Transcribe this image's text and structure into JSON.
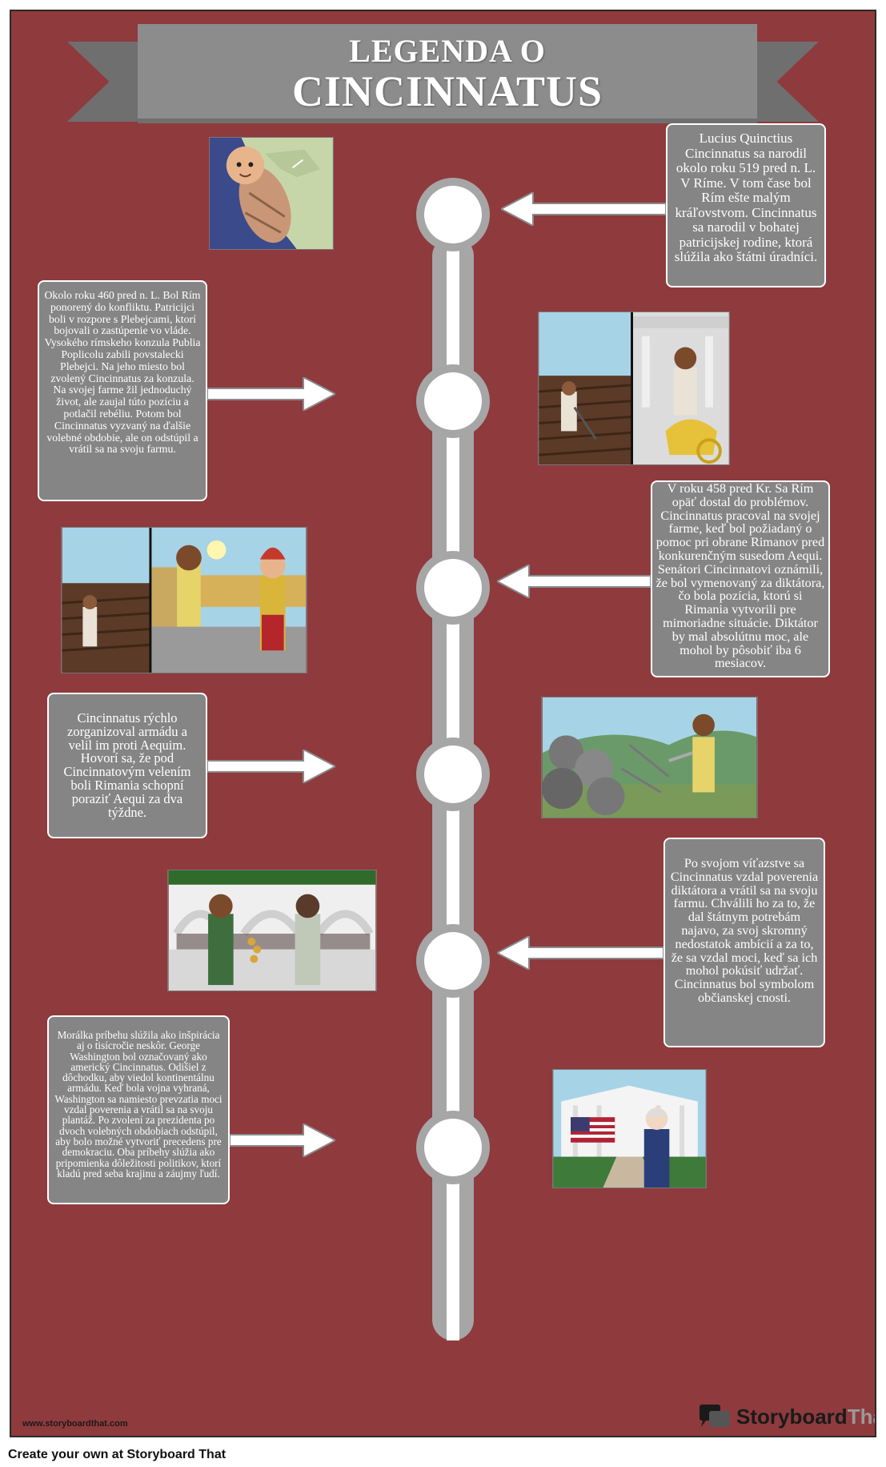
{
  "title": {
    "line1": "LEGENDA O",
    "line2": "CINCINNATUS"
  },
  "events": [
    {
      "text": "Lucius Quinctius Cincinnatus sa narodil okolo roku 519 pred n. L. V Ríme. V tom čase bol Rím ešte malým kráľovstvom. Cincinnatus sa narodil v bohatej patricijskej rodine, ktorá slúžila ako štátni úradníci."
    },
    {
      "text": "Okolo roku 460 pred n. L. Bol Rím ponorený do konfliktu. Patricijci boli v rozpore s Plebejcami, ktorí bojovali o zastúpenie vo vláde. Vysokého rímskeho konzula Publia Poplicolu zabili povstalecki Plebejci. Na jeho miesto bol zvolený Cincinnatus za konzula. Na svojej farme žil jednoduchý život, ale zaujal túto pozíciu a potlačil rebéliu. Potom bol Cincinnatus vyzvaný na ďalšie volebné obdobie, ale on odstúpil a vrátil sa na svoju farmu."
    },
    {
      "text": "V roku 458 pred Kr. Sa Rím opäť dostal do problémov. Cincinnatus pracoval na svojej farme, keď bol požiadaný o pomoc pri obrane Rimanov pred konkurenčným susedom Aequi. Senátori Cincinnatovi oznámili, že bol vymenovaný za diktátora, čo bola pozícia, ktorú si Rimania vytvorili pre mimoriadne situácie. Diktátor by mal absolútnu moc, ale mohol by pôsobiť iba 6 mesiacov."
    },
    {
      "text": "Cincinnatus rýchlo zorganizoval armádu a velil im proti Aequim. Hovorí sa, že pod Cincinnatovým velením boli Rimania schopní poraziť Aequi za dva týždne."
    },
    {
      "text": "Po svojom víťazstve sa Cincinnatus vzdal poverenia diktátora a vrátil sa na svoju farmu. Chválili ho za to, že dal štátnym potrebám najavo, za svoj skromný nedostatok ambícií a za to, že sa vzdal moci, keď sa ich mohol pokúsiť udržať. Cincinnatus bol symbolom občianskej cnosti."
    },
    {
      "text": "Morálka príbehu slúžila ako inšpirácia aj o tisícročie neskôr. George Washington bol označovaný ako americký Cincinnatus. Odišiel z dôchodku, aby viedol kontinentálnu armádu. Keď bola vojna vyhraná, Washington sa namiesto prevzatia moci vzdal poverenia a vrátil sa na svoju plantáž. Po zvolení za prezidenta po dvoch volebných obdobiach odstúpil, aby bolo možné vytvoriť precedens pre demokraciu. Oba príbehy slúžia ako pripomienka dôležitosti politikov, ktorí kladú pred seba krajinu a záujmy ľudí."
    }
  ],
  "footer": {
    "url": "www.storyboardthat.com",
    "brand_dark": "Storyboard",
    "brand_light": "That",
    "below": "Create your own at Storyboard That"
  },
  "colors": {
    "background": "#8f3a3d",
    "card": "#858585",
    "ribbon": "#8c8c8c",
    "timeline": "#a6a6a6"
  },
  "icons": [
    "map-baby-illustration",
    "farm-and-temple-illustration",
    "farm-and-soldier-illustration",
    "battle-illustration",
    "courtyard-illustration",
    "washington-illustration",
    "storyboard-logo-icon"
  ]
}
